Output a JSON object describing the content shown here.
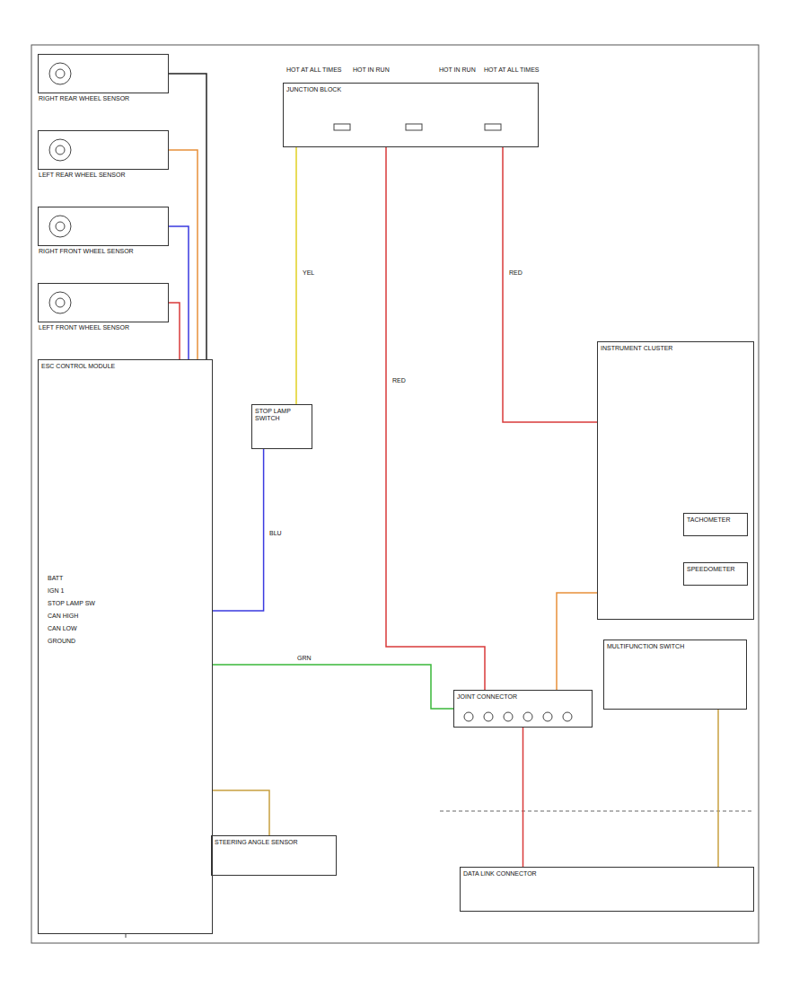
{
  "diagram": {
    "nodes": [
      {
        "text": [
          "RIGHT REAR WHEEL SENSOR"
        ]
      },
      {
        "text": [
          "LEFT REAR WHEEL SENSOR"
        ]
      },
      {
        "text": [
          "RIGHT FRONT WHEEL SENSOR"
        ]
      },
      {
        "text": [
          "LEFT FRONT WHEEL SENSOR"
        ]
      },
      {
        "text": [
          "ESC CONTROL MODULE"
        ]
      },
      {
        "text": [
          "JUNCTION BLOCK"
        ]
      },
      {
        "text": [
          "STOP LAMP SWITCH"
        ]
      },
      {
        "text": [
          "INSTRUMENT CLUSTER"
        ]
      },
      {
        "text": [
          "TACHOMETER"
        ],
        "in": 7
      },
      {
        "text": [
          "SPEEDOMETER"
        ],
        "in": 7
      },
      {
        "text": [
          "JOINT CONNECTOR"
        ]
      },
      {
        "text": [
          "MULTIFUNCTION SWITCH"
        ]
      },
      {
        "text": [
          "STEERING ANGLE SENSOR"
        ]
      },
      {
        "text": [
          "DATA LINK CONNECTOR"
        ]
      }
    ],
    "edges": [
      {
        "from": 0,
        "to": 4,
        "arrow": "none"
      },
      {
        "from": 1,
        "to": 4,
        "arrow": "none"
      },
      {
        "from": 2,
        "to": 4,
        "arrow": "none"
      },
      {
        "from": 3,
        "to": 4,
        "arrow": "none"
      },
      {
        "from": 5,
        "to": 7,
        "arrow": "none"
      },
      {
        "from": 5,
        "to": 6,
        "arrow": "none"
      },
      {
        "from": 5,
        "to": 10,
        "arrow": "none"
      },
      {
        "from": 6,
        "to": 4,
        "arrow": "none"
      },
      {
        "from": 4,
        "to": 10,
        "arrow": "none"
      },
      {
        "from": 4,
        "to": 12,
        "arrow": "none"
      },
      {
        "from": 7,
        "to": 10,
        "arrow": "none"
      },
      {
        "from": 10,
        "to": 13,
        "arrow": "none"
      },
      {
        "from": 11,
        "to": 13,
        "arrow": "none"
      }
    ],
    "labels": [
      "HOT AT ALL TIMES",
      "HOT IN RUN",
      "HOT IN RUN",
      "HOT AT ALL TIMES",
      "RED",
      "YEL",
      "RED",
      "BLU",
      "GRN",
      "BATT",
      "IGN 1",
      "STOP LAMP SW",
      "CAN HIGH",
      "CAN LOW",
      "GROUND"
    ]
  }
}
